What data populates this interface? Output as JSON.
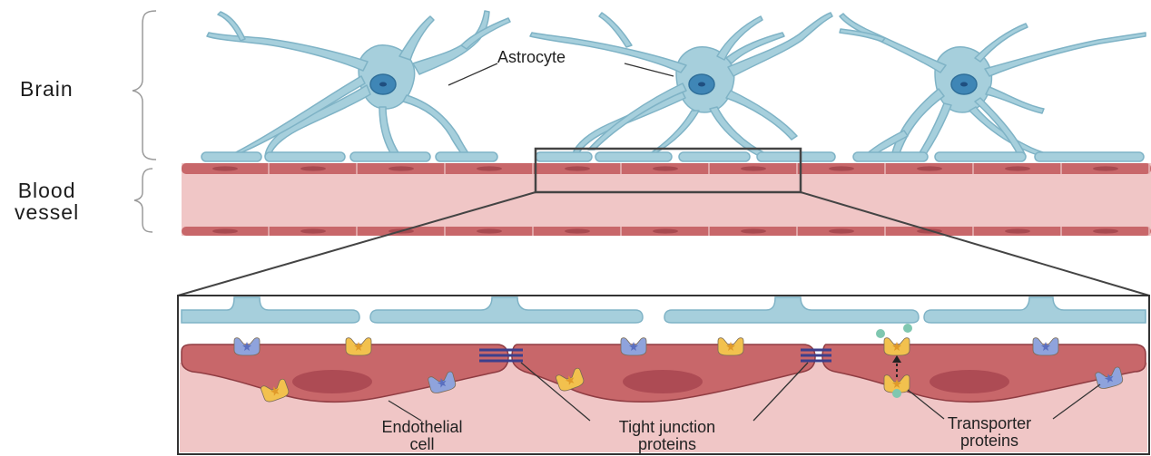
{
  "labels": {
    "brain": "Brain",
    "blood_vessel_line1": "Blood",
    "blood_vessel_line2": "vessel",
    "astrocyte": "Astrocyte",
    "endothelial_line1": "Endothelial",
    "endothelial_line2": "cell",
    "tight_junction_line1": "Tight junction",
    "tight_junction_line2": "proteins",
    "transporter_line1": "Transporter",
    "transporter_line2": "proteins"
  },
  "colors": {
    "astrocyte_fill": "#a6cfdc",
    "astrocyte_stroke": "#7fb3c6",
    "nucleus": "#3f86b6",
    "vessel_lumen": "#f0c6c6",
    "endothelium": "#c8676a",
    "endothelium_dark": "#a84a50",
    "tight_junction": "#3d3f8c",
    "transporter_yellow": "#f2c14e",
    "transporter_blue": "#8fa3dc",
    "solute": "#7fc7b0",
    "outline": "#333333"
  }
}
